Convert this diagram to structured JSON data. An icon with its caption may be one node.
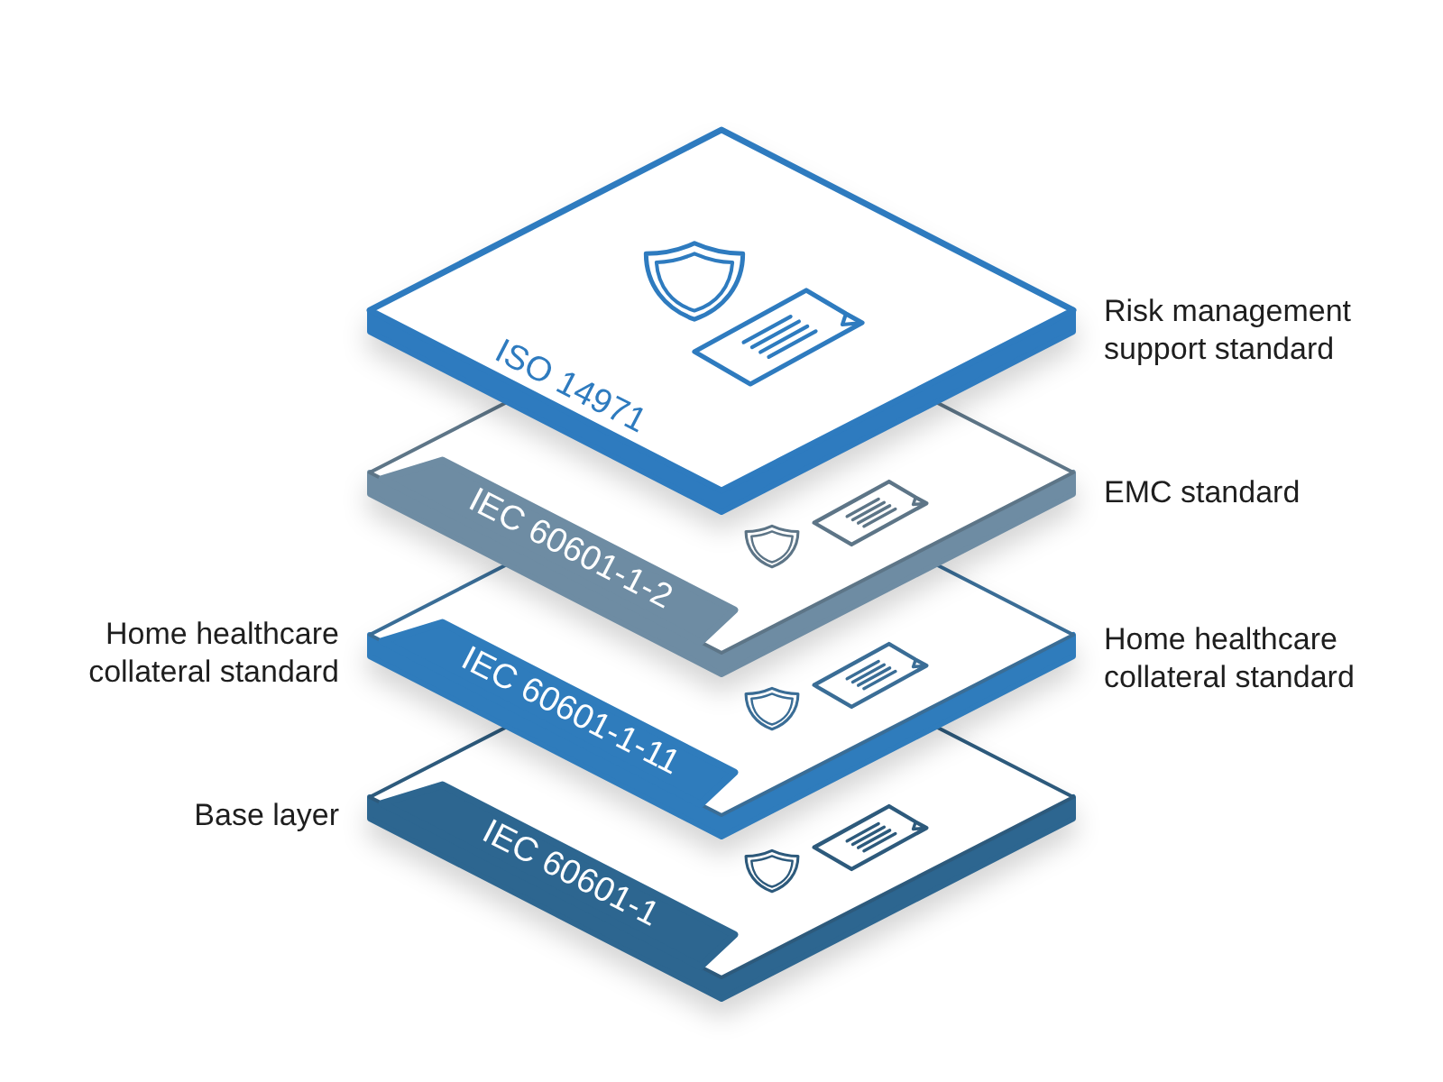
{
  "diagram": {
    "nodes": [
      {
        "text": [
          "ISO 14971"
        ],
        "beside": [
          "Risk management support standard"
        ]
      },
      {
        "text": [
          "IEC 60601-1-2"
        ],
        "beside": [
          "EMC standard"
        ]
      },
      {
        "text": [
          "IEC 60601-1-11"
        ],
        "beside": [
          "Home healthcare collateral standard",
          "Home healthcare collateral standard"
        ]
      },
      {
        "text": [
          "IEC 60601-1"
        ],
        "beside": [
          "Base layer"
        ]
      }
    ]
  }
}
